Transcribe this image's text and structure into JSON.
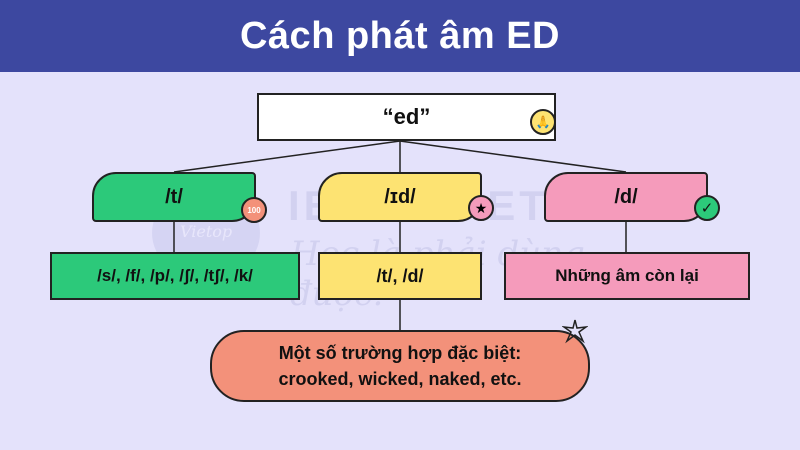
{
  "header": {
    "title": "Cách phát âm ED"
  },
  "root": {
    "label": "“ed”",
    "icon": "praying-hands-icon"
  },
  "branches": [
    {
      "label": "/t/",
      "icon": "hundred-points-icon",
      "icon_text": "100",
      "color": "#2cc97a",
      "leaf": "/s/, /f/, /p/, /ʃ/, /tʃ/, /k/"
    },
    {
      "label": "/ɪd/",
      "icon": "star-icon",
      "icon_text": "★",
      "color": "#fde372",
      "leaf": "/t/, /d/"
    },
    {
      "label": "/d/",
      "icon": "check-mark-icon",
      "icon_text": "✓",
      "color": "#f59bbb",
      "leaf": "Những âm còn lại"
    }
  ],
  "special": {
    "line1": "Một số trường hợp đặc biệt:",
    "line2": "crooked, wicked, naked, etc.",
    "color": "#f3917a",
    "icon": "sparkle-star-icon"
  },
  "watermark": {
    "logo": "Vietop",
    "brand": "IELTS VIETOP",
    "slogan": "Học là phải dùng được!"
  },
  "colors": {
    "background": "#e4e2fb",
    "header": "#3d48a0"
  }
}
